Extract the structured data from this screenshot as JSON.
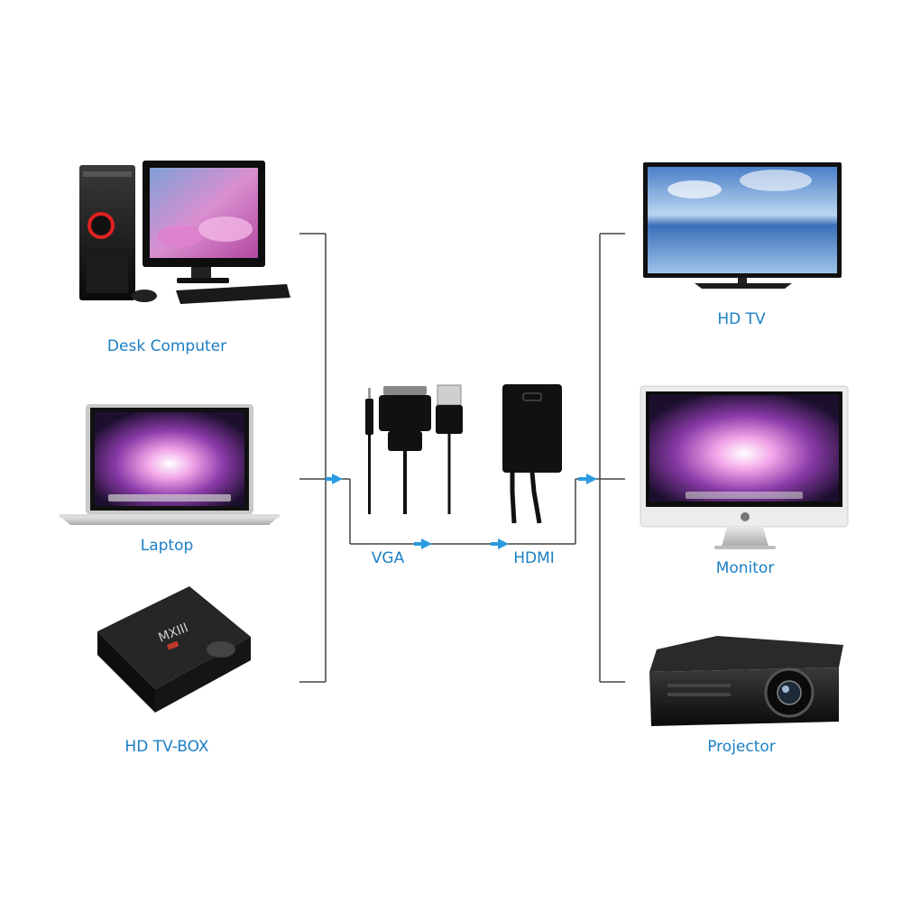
{
  "sources": [
    {
      "label": "Desk Computer",
      "icon": "desktop-computer-icon"
    },
    {
      "label": "Laptop",
      "icon": "laptop-icon"
    },
    {
      "label": "HD TV-BOX",
      "icon": "tv-box-icon"
    }
  ],
  "adapter": {
    "input_label": "VGA",
    "output_label": "HDMI",
    "box_logo_text": "MXIII"
  },
  "outputs": [
    {
      "label": "HD TV",
      "icon": "hd-tv-icon"
    },
    {
      "label": "Monitor",
      "icon": "monitor-icon"
    },
    {
      "label": "Projector",
      "icon": "projector-icon"
    }
  ],
  "colors": {
    "label": "#1a7fc4",
    "arrow": "#2b9be0",
    "line": "#444444",
    "device": "#111111"
  }
}
